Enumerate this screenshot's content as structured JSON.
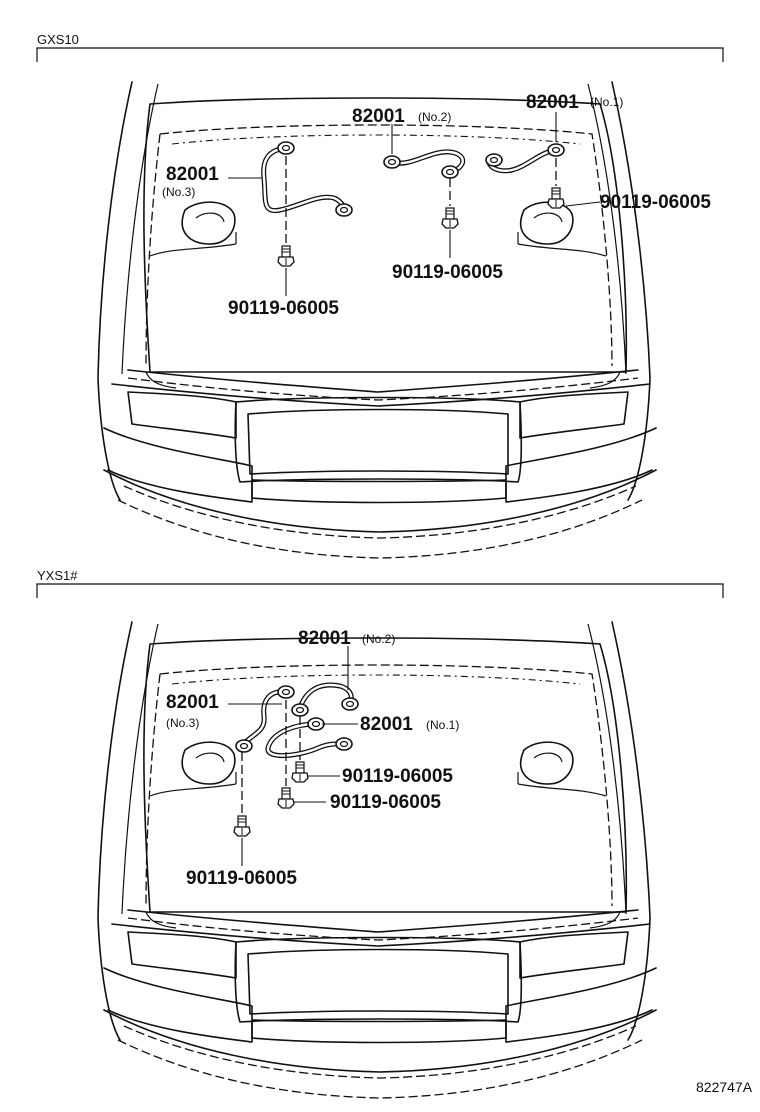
{
  "sections": [
    {
      "title": "GXS10",
      "labels": {
        "wire_no2_part": "82001",
        "wire_no2_sub": "(No.2)",
        "wire_no1_part": "82001",
        "wire_no1_sub": "(No.1)",
        "wire_no3_part": "82001",
        "wire_no3_sub": "(No.3)",
        "bolt_right": "90119-06005",
        "bolt_center": "90119-06005",
        "bolt_left": "90119-06005"
      }
    },
    {
      "title": "YXS1#",
      "labels": {
        "wire_no2_part": "82001",
        "wire_no2_sub": "(No.2)",
        "wire_no3_part": "82001",
        "wire_no3_sub": "(No.3)",
        "wire_no1_part": "82001",
        "wire_no1_sub": "(No.1)",
        "bolt_a": "90119-06005",
        "bolt_b": "90119-06005",
        "bolt_c": "90119-06005"
      }
    }
  ],
  "figure_ref": "822747A"
}
